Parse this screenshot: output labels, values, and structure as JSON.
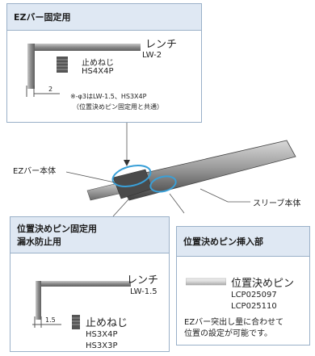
{
  "top_panel": {
    "title": "EZバー固定用",
    "wrench_label": "レンチ",
    "wrench_model": "LW-2",
    "screw_label": "止めねじ",
    "screw_model": "HS4X4P",
    "dim_value": "2",
    "note_line1": "※-φ3はLW-1.5、HS3X4P",
    "note_line2": "（位置決めピン固定用と共通）"
  },
  "callouts": {
    "ez_bar_body": "EZバー本体",
    "sleeve_body": "スリーブ本体"
  },
  "left_panel": {
    "title_line1": "位置決めピン固定用",
    "title_line2": "漏水防止用",
    "wrench_label": "レンチ",
    "wrench_model": "LW-1.5",
    "dim_value": "1.5",
    "screw_label": "止めねじ",
    "screw_model1": "HS3X4P",
    "screw_model2": "HS3X3P"
  },
  "right_panel": {
    "title": "位置決めピン挿入部",
    "pin_label": "位置決めピン",
    "pin_model1": "LCP025097",
    "pin_model2": "LCP025110",
    "note_line1": "EZバー突出し量に合わせて",
    "note_line2": "位置の設定が可能です。"
  },
  "colors": {
    "panel_header": "#dfe8f3",
    "panel_border": "#9ab0c8",
    "highlight": "#3aa0d8",
    "tool_gray": "#8a8a8a"
  }
}
